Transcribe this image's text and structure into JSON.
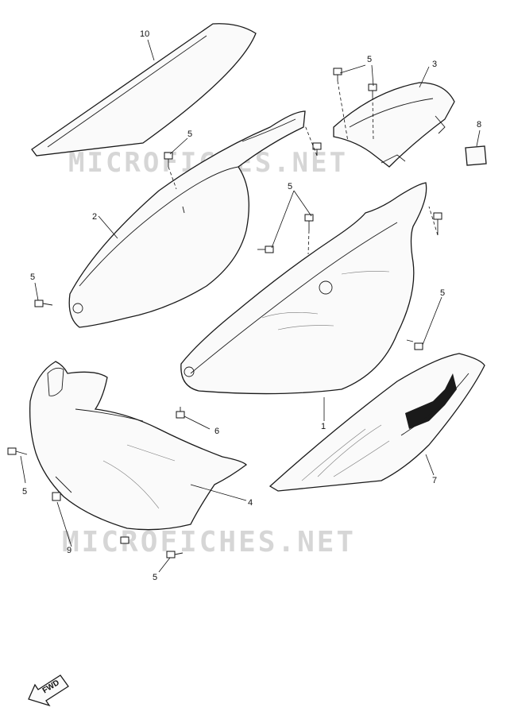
{
  "watermark": {
    "top_text": "MICROFICHES.NET",
    "bottom_text": "MICROFICHES.NET"
  },
  "callouts": [
    {
      "id": "c10",
      "label": "10"
    },
    {
      "id": "c5a",
      "label": "5"
    },
    {
      "id": "c3",
      "label": "3"
    },
    {
      "id": "c8",
      "label": "8"
    },
    {
      "id": "c5b",
      "label": "5"
    },
    {
      "id": "c5c",
      "label": "5"
    },
    {
      "id": "c2",
      "label": "2"
    },
    {
      "id": "c5d",
      "label": "5"
    },
    {
      "id": "c5e",
      "label": "5"
    },
    {
      "id": "c1",
      "label": "1"
    },
    {
      "id": "c6",
      "label": "6"
    },
    {
      "id": "c5f",
      "label": "5"
    },
    {
      "id": "c4",
      "label": "4"
    },
    {
      "id": "c7",
      "label": "7"
    },
    {
      "id": "c9",
      "label": "9"
    },
    {
      "id": "c5g",
      "label": "5"
    }
  ],
  "direction_arrow": {
    "label": "FWD"
  }
}
